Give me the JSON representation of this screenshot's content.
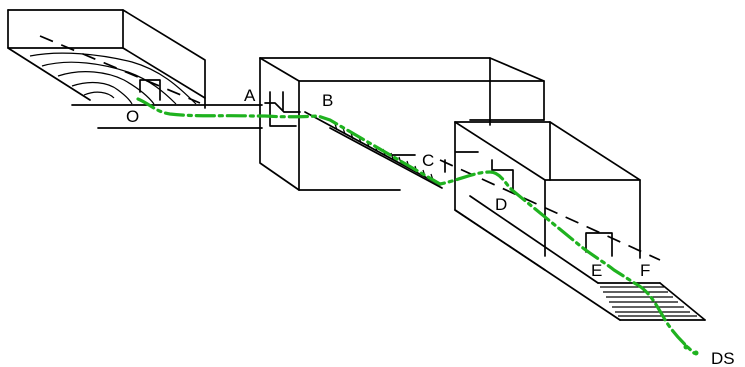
{
  "diagram": {
    "labels": {
      "o": "O",
      "a": "A",
      "b": "B",
      "c": "C",
      "d": "D",
      "e": "E",
      "f": "F",
      "ds": "DS"
    },
    "colors": {
      "flow": "#1fb21f",
      "structure": "#000000"
    }
  }
}
